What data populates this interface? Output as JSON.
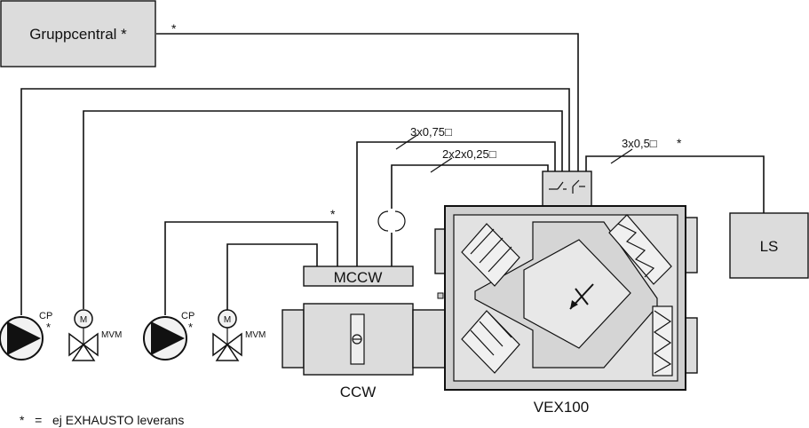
{
  "components": {
    "gruppcentral": "Gruppcentral *",
    "ls": "LS",
    "mccw": "MCCW",
    "ccw": "CCW",
    "vex": "VEX100",
    "cp_left": "CP",
    "cp_left_star": "*",
    "cp_right": "CP",
    "cp_right_star": "*",
    "mvm_left": "MVM",
    "mvm_left_m": "M",
    "mvm_right": "MVM",
    "mvm_right_m": "M"
  },
  "cables": {
    "c1": "3x0,75□",
    "c2": "2x2x0,25□",
    "c3": "3x0,5□",
    "star_top": "*",
    "star_ls": "*",
    "star_mccw": "*"
  },
  "legend": {
    "text": "*   =   ej EXHAUSTO leverans"
  }
}
